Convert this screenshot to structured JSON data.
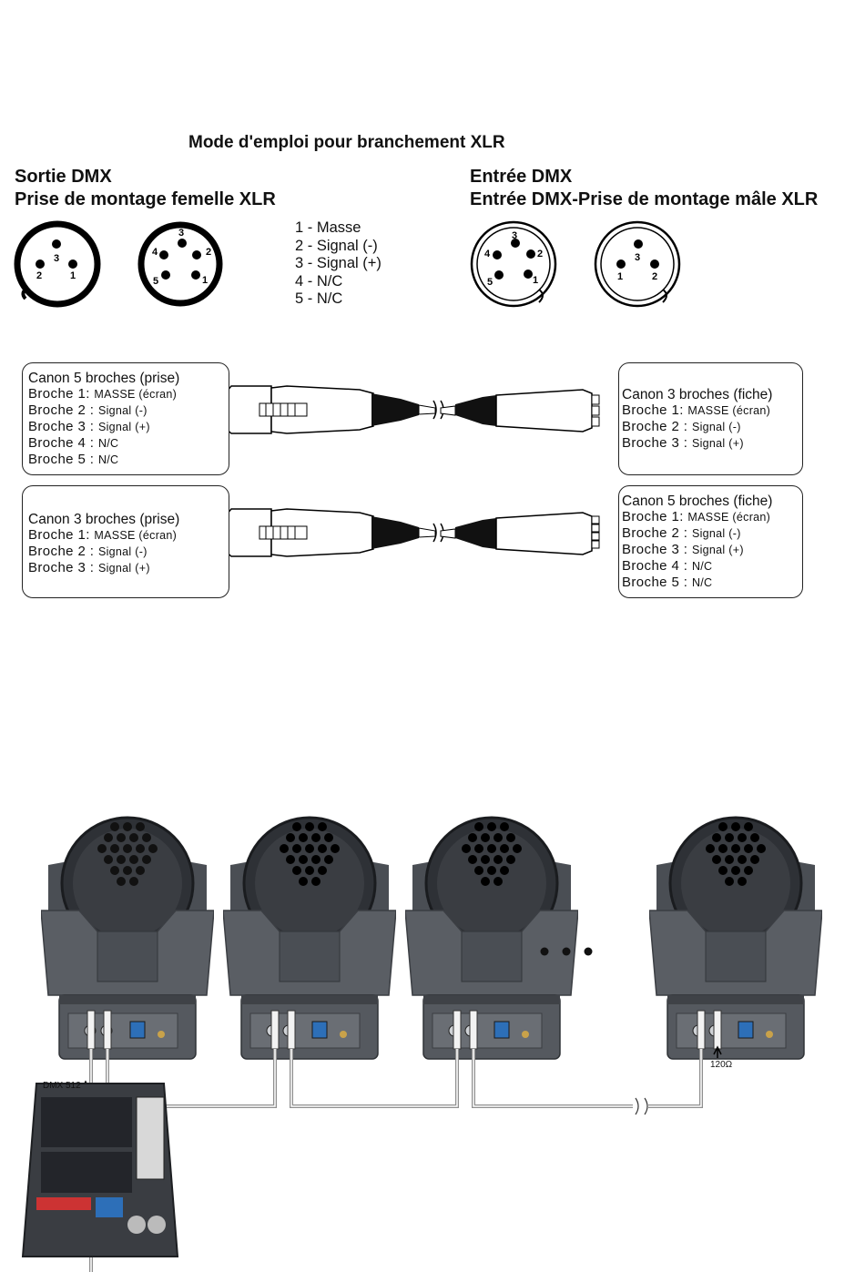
{
  "title": "Mode d'emploi pour branchement  XLR",
  "left_header": {
    "line1": "Sortie DMX",
    "line2": "Prise de montage femelle XLR"
  },
  "right_header": {
    "line1": "Entrée DMX",
    "line2": "Entrée DMX-Prise de montage mâle XLR"
  },
  "pin_legend": [
    "1 - Masse",
    "2 - Signal (-)",
    "3 - Signal (+)",
    "4 - N/C",
    "5 - N/C"
  ],
  "connector_pin_numbers": {
    "three_pin_female": [
      "3",
      "2",
      "1"
    ],
    "five_pin_female": [
      "3",
      "4",
      "2",
      "5",
      "1"
    ],
    "five_pin_male": [
      "3",
      "4",
      "2",
      "5",
      "1"
    ],
    "three_pin_male": [
      "3",
      "1",
      "2"
    ]
  },
  "boxes": {
    "top_left": {
      "title": "Canon 5 broches (prise)",
      "rows": [
        {
          "label": "Broche 1:",
          "value": "MASSE (écran)"
        },
        {
          "label": "Broche 2 :",
          "value": "Signal (-)"
        },
        {
          "label": "Broche 3 :",
          "value": "Signal (+)"
        },
        {
          "label": "Broche 4 :",
          "value": "N/C"
        },
        {
          "label": "Broche 5 :",
          "value": "N/C"
        }
      ]
    },
    "top_right": {
      "title": "Canon 3 broches (fiche)",
      "rows": [
        {
          "label": "Broche 1:",
          "value": "MASSE (écran)"
        },
        {
          "label": "Broche 2 :",
          "value": "Signal (-)"
        },
        {
          "label": "Broche 3 :",
          "value": "Signal (+)"
        }
      ]
    },
    "bottom_left": {
      "title": "Canon 3 broches (prise)",
      "rows": [
        {
          "label": "Broche 1:",
          "value": "MASSE (écran)"
        },
        {
          "label": "Broche 2 :",
          "value": "Signal (-)"
        },
        {
          "label": "Broche 3 :",
          "value": "Signal (+)"
        }
      ]
    },
    "bottom_right": {
      "title": "Canon 5 broches (fiche)",
      "rows": [
        {
          "label": "Broche 1:",
          "value": "MASSE (écran)"
        },
        {
          "label": "Broche 2 :",
          "value": "Signal (-)"
        },
        {
          "label": "Broche 3 :",
          "value": "Signal (+)"
        },
        {
          "label": "Broche 4 :",
          "value": "N/C"
        },
        {
          "label": "Broche 5 :",
          "value": "N/C"
        }
      ]
    }
  },
  "wiring": {
    "dmx_label": "DMX 512",
    "terminator_label": "120Ω"
  },
  "colors": {
    "fixture_body": "#555a60",
    "fixture_dark": "#2b2e33",
    "cable": "#9a9a9a"
  }
}
